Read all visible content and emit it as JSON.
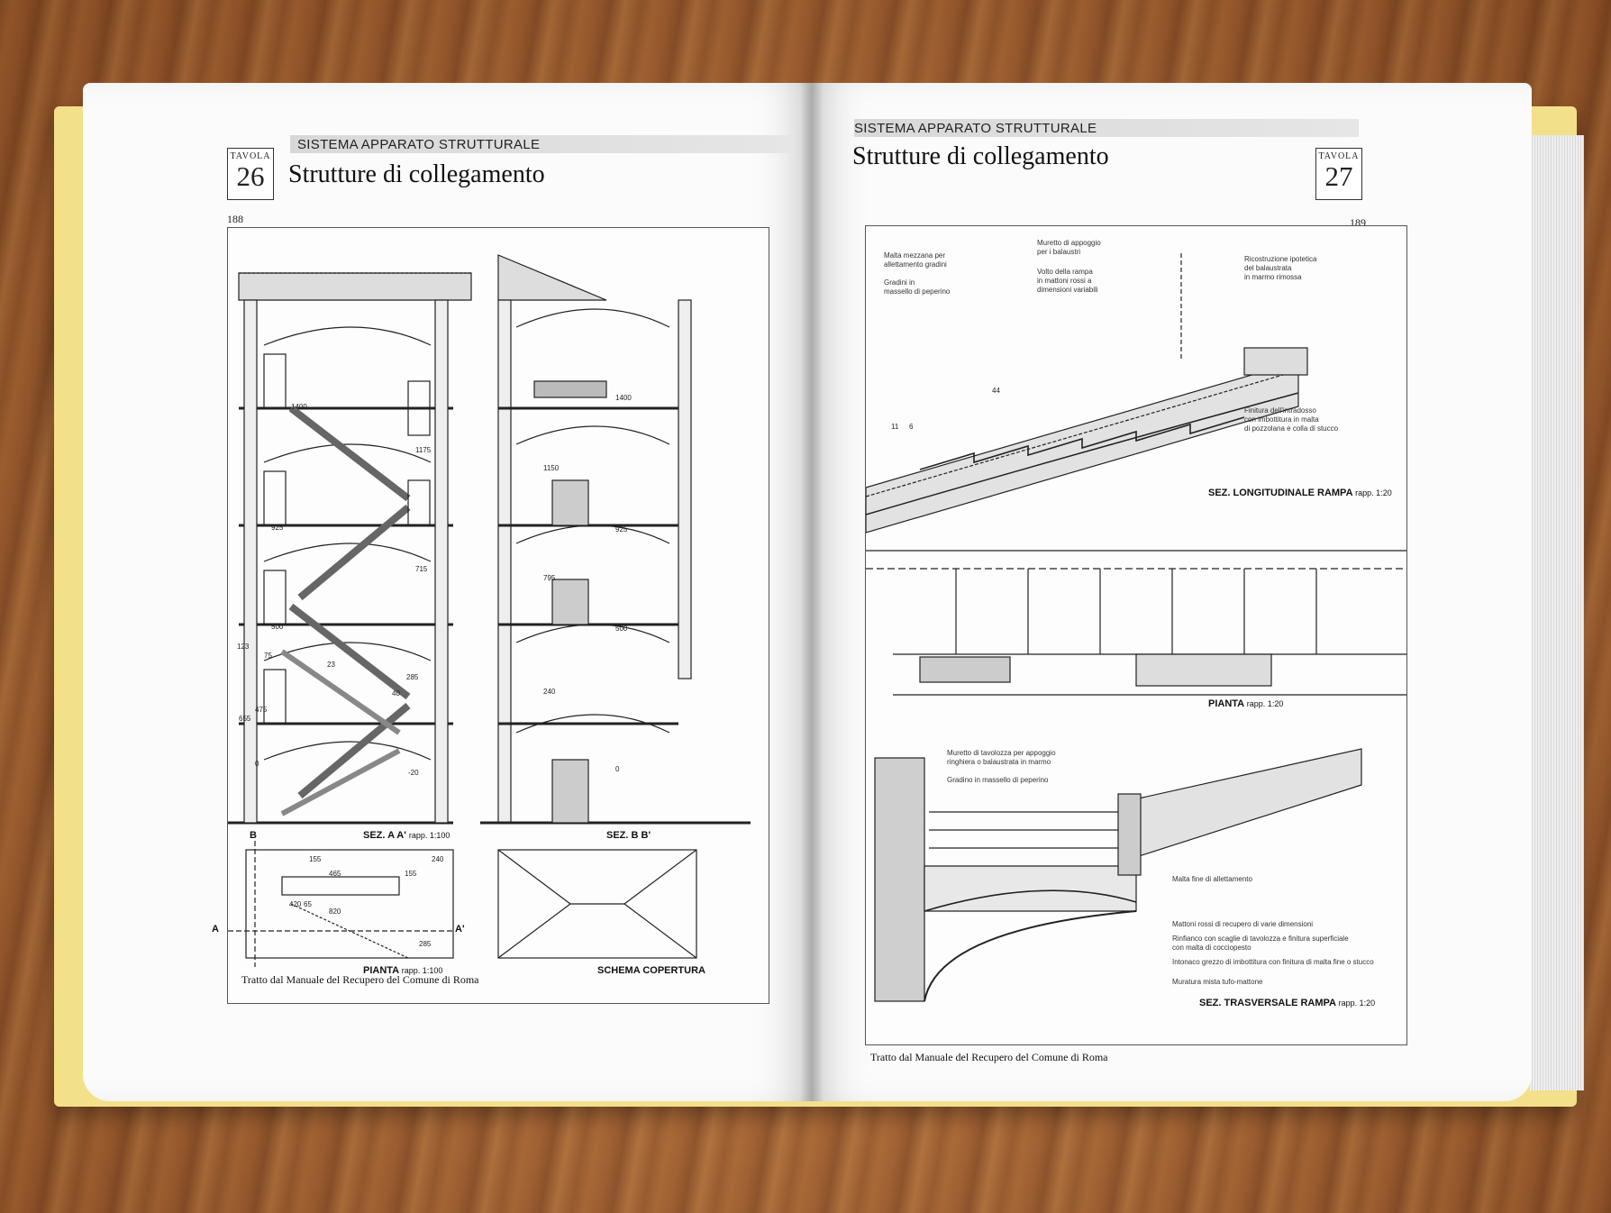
{
  "left_page": {
    "section": "SISTEMA APPARATO STRUTTURALE",
    "tavola_label": "TAVOLA",
    "tavola_number": "26",
    "title": "Strutture di collegamento",
    "page_number": "188",
    "labels": {
      "sez_aa_name": "SEZ. A A'",
      "sez_aa_scale": "rapp. 1:100",
      "sez_bb": "SEZ. B B'",
      "pianta_name": "PIANTA",
      "pianta_scale": "rapp. 1:100",
      "schema": "SCHEMA COPERTURA"
    },
    "dimensions": [
      "1400",
      "1175",
      "925",
      "715",
      "500",
      "285",
      "40",
      "23",
      "123",
      "75",
      "655",
      "475",
      "-20",
      "0",
      "1150",
      "925",
      "795",
      "500",
      "240",
      "0",
      "1400",
      "155",
      "240",
      "465",
      "155",
      "420",
      "65",
      "820",
      "285"
    ],
    "section_markers": {
      "a": "A",
      "a_prime": "A'",
      "b": "B"
    },
    "credit": "Tratto dal Manuale del Recupero del Comune di Roma"
  },
  "right_page": {
    "section": "SISTEMA APPARATO STRUTTURALE",
    "tavola_label": "TAVOLA",
    "tavola_number": "27",
    "title": "Strutture di collegamento",
    "page_number": "189",
    "notes": {
      "malta_mezzana": "Malta mezzana per\nallettamento gradini",
      "gradini": "Gradini in\nmassello di peperino",
      "muretto_appoggio": "Muretto di appoggio\nper i balaustri",
      "volto_rampa": "Volto della rampa\nin mattoni rossi a\ndimensioni variabili",
      "ricostruzione": "Ricostruzione ipotetica\ndel balaustrata\nin marmo rimossa",
      "finitura": "Finitura dell'intradosso\ncon imbottitura in malta\ndi pozzolana e colla di stucco",
      "muretto_tavolozza": "Muretto di tavolozza per appoggio\nringhiera o balaustrata in marmo",
      "gradino_massello": "Gradino in massello di peperino",
      "malta_fine": "Malta fine di allettamento",
      "mattoni_rossi": "Mattoni rossi di recupero di varie dimensioni",
      "rinfianco": "Rinfianco con scaglie di tavolozza e finitura superficiale\ncon malta di cocciopesto",
      "intonaco": "Intonaco grezzo di imbottitura con finitura di malta fine o stucco",
      "muratura": "Muratura mista tufo-mattone"
    },
    "dims": {
      "d44": "44",
      "d11": "11",
      "d6": "6"
    },
    "labels": {
      "sez_long_name": "SEZ. LONGITUDINALE RAMPA",
      "sez_long_scale": "rapp. 1:20",
      "pianta_name": "PIANTA",
      "pianta_scale": "rapp. 1:20",
      "sez_trasv_name": "SEZ. TRASVERSALE RAMPA",
      "sez_trasv_scale": "rapp. 1:20"
    },
    "credit": "Tratto dal Manuale del Recupero del Comune di Roma"
  }
}
